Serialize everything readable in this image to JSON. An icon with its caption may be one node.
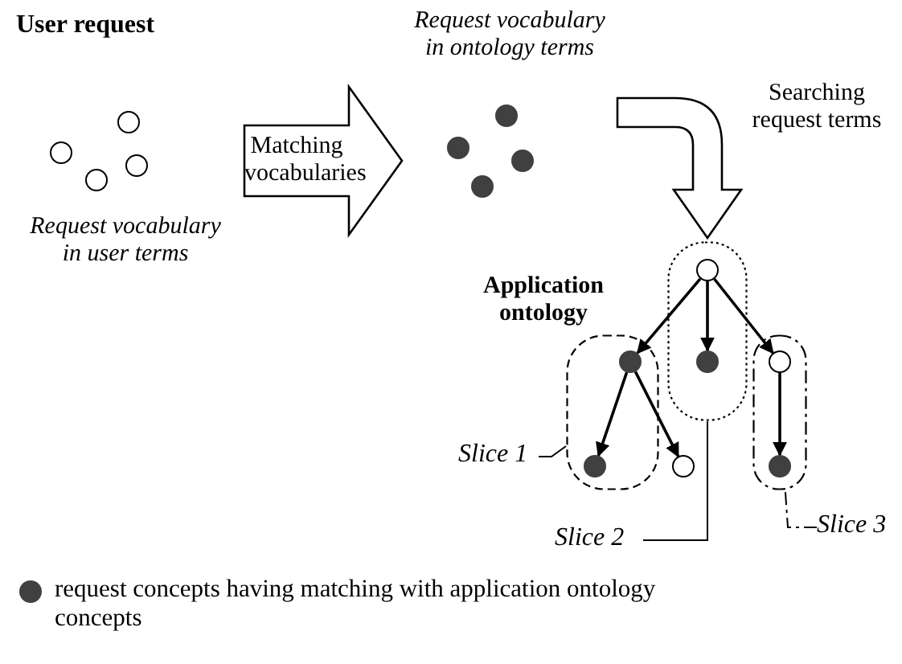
{
  "diagram": {
    "nodes": [
      {
        "text": [
          "User request",
          "Request vocabulary in user terms"
        ]
      },
      {
        "text": [],
        "shape": "circle",
        "in": 0
      },
      {
        "text": [],
        "shape": "circle",
        "in": 0
      },
      {
        "text": [],
        "shape": "circle",
        "in": 0
      },
      {
        "text": [],
        "shape": "circle",
        "in": 0
      },
      {
        "text": [
          "Request vocabulary in ontology terms"
        ]
      },
      {
        "text": [],
        "shape": "circle",
        "in": 5
      },
      {
        "text": [],
        "shape": "circle",
        "in": 5
      },
      {
        "text": [],
        "shape": "circle",
        "in": 5
      },
      {
        "text": [],
        "shape": "circle",
        "in": 5
      },
      {
        "text": [],
        "shape": "box"
      },
      {
        "text": [],
        "shape": "circle",
        "in": 10
      },
      {
        "text": [],
        "shape": "box"
      },
      {
        "text": [],
        "shape": "circle",
        "in": 12
      },
      {
        "text": [],
        "shape": "circle",
        "in": 10
      },
      {
        "text": [],
        "shape": "box"
      },
      {
        "text": [],
        "shape": "circle",
        "in": 15
      },
      {
        "text": [],
        "shape": "circle",
        "in": 12
      },
      {
        "text": [],
        "shape": "circle"
      },
      {
        "text": [],
        "shape": "circle",
        "in": 15
      },
      {
        "text": [
          "Slice 1"
        ]
      },
      {
        "text": [
          "Slice 2"
        ]
      },
      {
        "text": [
          "Slice 3"
        ]
      }
    ],
    "edges": [
      {
        "from": 0,
        "to": 5,
        "arrow": "to",
        "label": "Matching vocabularies",
        "style": "thick"
      },
      {
        "from": 5,
        "to": 10,
        "arrow": "to",
        "label": "Searching request terms",
        "style": "thick"
      },
      {
        "from": 11,
        "to": 13,
        "arrow": "to"
      },
      {
        "from": 11,
        "to": 14,
        "arrow": "to"
      },
      {
        "from": 11,
        "to": 16,
        "arrow": "to"
      },
      {
        "from": 13,
        "to": 17,
        "arrow": "to"
      },
      {
        "from": 13,
        "to": 18,
        "arrow": "to"
      },
      {
        "from": 16,
        "to": 19,
        "arrow": "to"
      },
      {
        "from": 20,
        "to": 12,
        "arrow": "none"
      },
      {
        "from": 21,
        "to": 10,
        "arrow": "none"
      },
      {
        "from": 22,
        "to": 15,
        "arrow": "none",
        "style": "dashed"
      }
    ],
    "labels": [
      "Application ontology"
    ],
    "legend": [
      {
        "text": "request concepts having matching with application ontology concepts",
        "color": "#404040"
      }
    ]
  }
}
